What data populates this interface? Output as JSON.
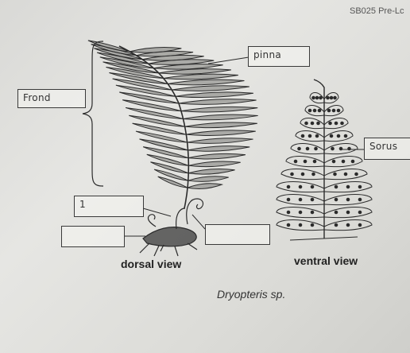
{
  "header_code": "SB025 Pre-Lc",
  "labels": {
    "frond": "Frond",
    "pinna": "pinna",
    "sorus": "Sorus",
    "box_left_upper": "1",
    "box_left_lower": "",
    "box_right": ""
  },
  "captions": {
    "dorsal": "dorsal view",
    "ventral": "ventral view",
    "species": "Dryopteris sp."
  },
  "colors": {
    "ink": "#2b2b2b",
    "paper": "#e1e1de"
  }
}
